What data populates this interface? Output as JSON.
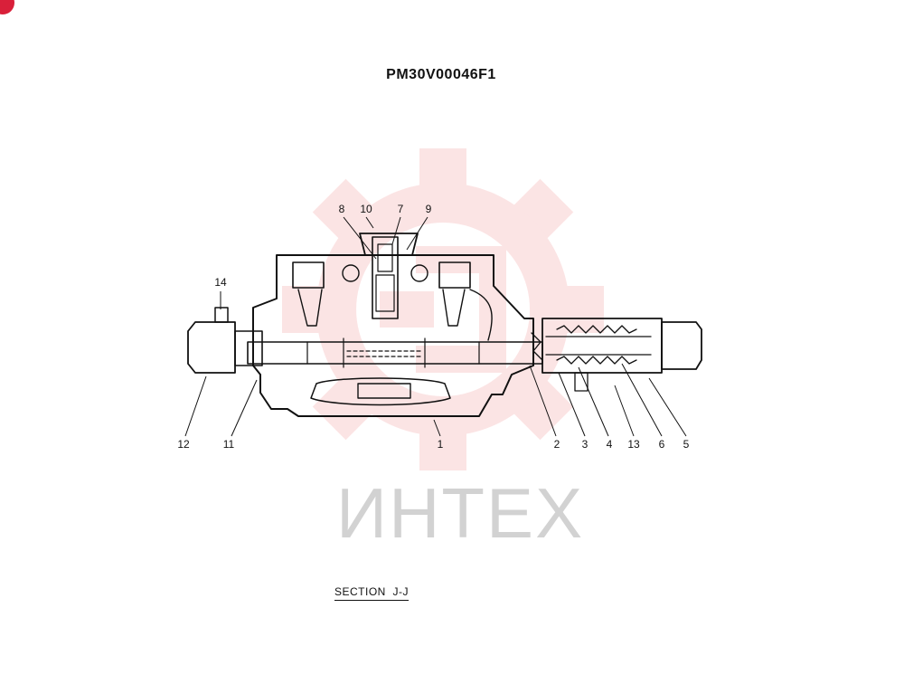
{
  "drawing": {
    "title": "PM30V00046F1",
    "section_label": "SECTION  J-J",
    "callouts": [
      {
        "number": "8"
      },
      {
        "number": "10"
      },
      {
        "number": "7"
      },
      {
        "number": "9"
      },
      {
        "number": "14"
      },
      {
        "number": "12"
      },
      {
        "number": "11"
      },
      {
        "number": "1"
      },
      {
        "number": "2"
      },
      {
        "number": "3"
      },
      {
        "number": "4"
      },
      {
        "number": "13"
      },
      {
        "number": "6"
      },
      {
        "number": "5"
      }
    ]
  },
  "watermark": {
    "text": "ИНТЕХ",
    "color": "#e8343a"
  },
  "corner_mark": {
    "color": "#d9203a"
  }
}
